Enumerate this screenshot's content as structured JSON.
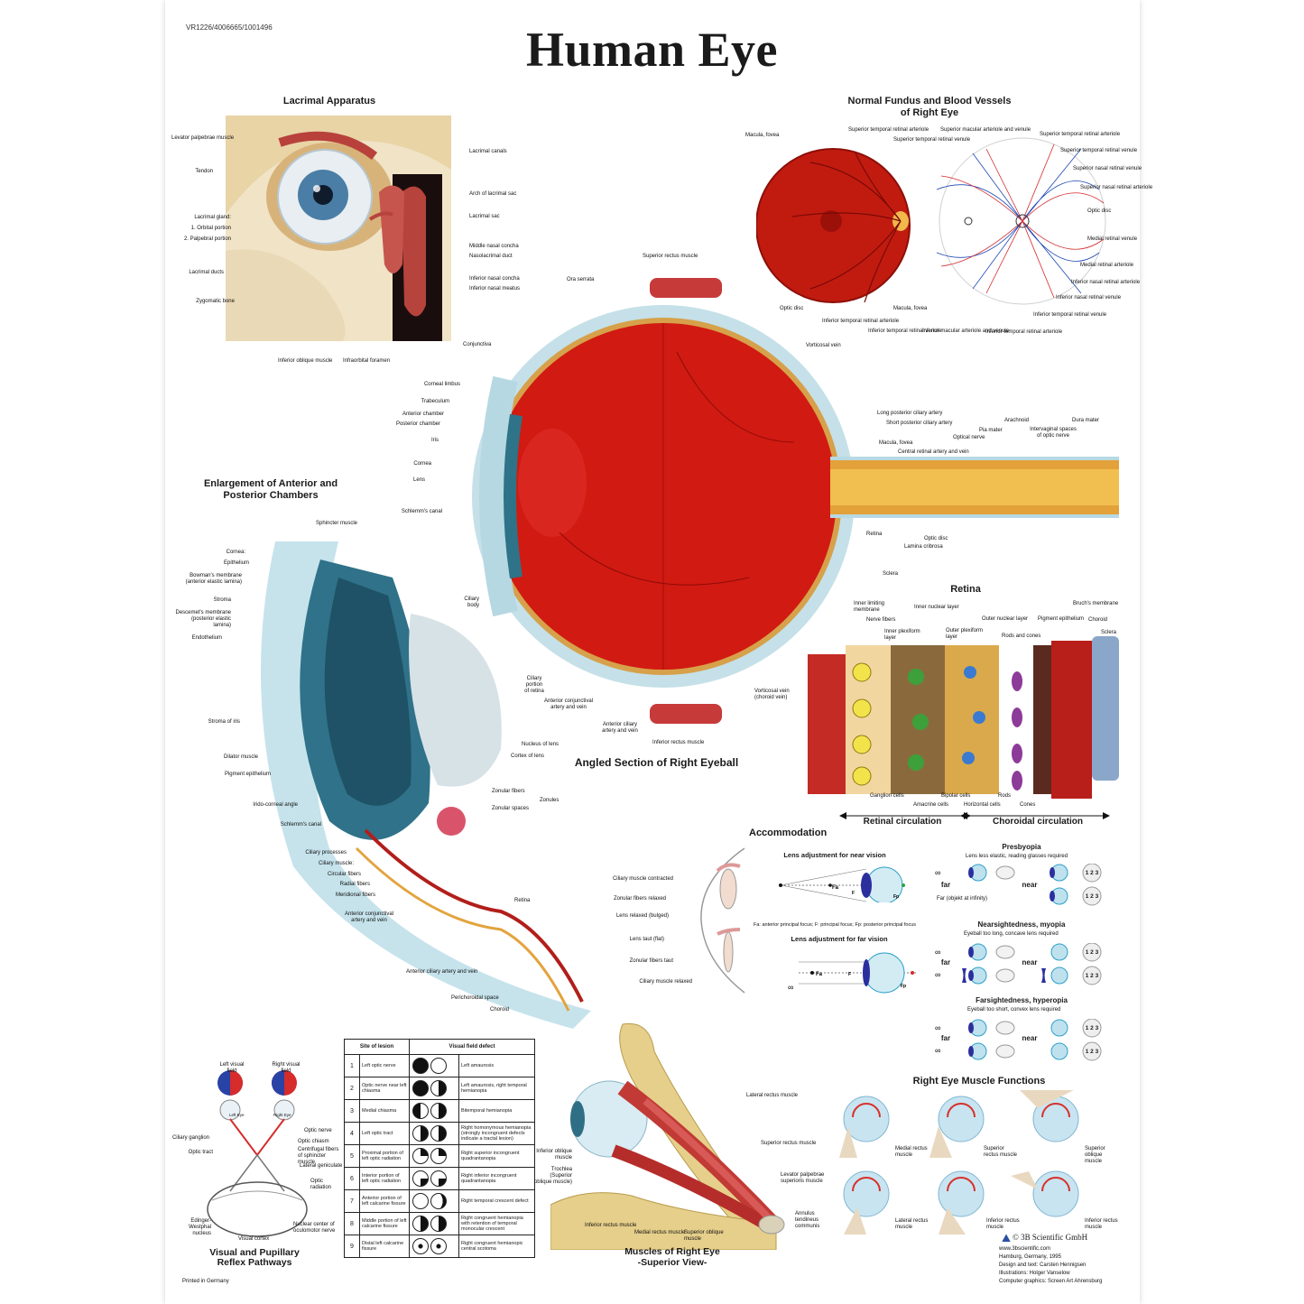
{
  "header": {
    "code": "VR1226/4006665/1001496",
    "title": "Human Eye"
  },
  "sections": {
    "lacrimal": "Lacrimal Apparatus",
    "fundus": "Normal Fundus and Blood Vessels\nof Right Eye",
    "enlargement": "Enlargement of Anterior and\nPosterior Chambers",
    "angled": "Angled Section of Right Eyeball",
    "retina": "Retina",
    "accommodation": "Accommodation",
    "visual": "Visual and Pupillary\nReflex Pathways",
    "muscles": "Muscles of Right Eye\n-Superior View-",
    "muscle_functions": "Right Eye Muscle Functions"
  },
  "lacrimal_labels": {
    "left": [
      "Levator palpebrae muscle",
      "Tendon",
      "Lacrimal gland:",
      "1. Orbital portion",
      "2. Palpebral portion",
      "Lacrimal ducts",
      "Zygomatic bone"
    ],
    "right": [
      "Lacrimal canals",
      "Arch of lacrimal sac",
      "Lacrimal sac",
      "Middle nasal concha",
      "Nasolacrimal duct",
      "Inferior nasal concha",
      "Inferior nasal meatus"
    ],
    "bottom": [
      "Inferior oblique muscle",
      "Infraorbital foramen"
    ]
  },
  "fundus_labels": [
    "Macula, fovea",
    "Superior temporal retinal arteriole",
    "Superior temporal retinal venule",
    "Superior macular arteriole and venule",
    "Superior temporal retinal arteriole",
    "Superior temporal retinal venule",
    "Superior nasal retinal venule",
    "Superior nasal retinal arteriole",
    "Optic disc",
    "Medial retinal venule",
    "Medial retinal arteriole",
    "Inferior nasal retinal arteriole",
    "Inferior nasal retinal venule",
    "Inferior temporal retinal venule",
    "Inferior temporal retinal arteriole",
    "Inferior macular arteriole and venule",
    "Macula, fovea",
    "Inferior temporal retinal venule",
    "Inferior temporal retinal arteriole",
    "Optic disc"
  ],
  "eyeball_labels": {
    "top": [
      "Superior rectus muscle",
      "Ora serrata",
      "Conjunctiva",
      "Vorticosal vein"
    ],
    "left": [
      "Corneal limbus",
      "Trabeculum",
      "Anterior chamber",
      "Posterior chamber",
      "Iris",
      "Cornea",
      "Lens",
      "Schlemm's canal",
      "Ciliary body",
      "Ciliary portion of retina",
      "Anterior conjunctival artery and vein",
      "Anterior ciliary artery and vein",
      "Inferior rectus muscle"
    ],
    "right": [
      "Long posterior ciliary artery",
      "Short posterior ciliary artery",
      "Macula, fovea",
      "Optical nerve",
      "Central retinal artery and vein",
      "Pia mater",
      "Arachnoid",
      "Intervaginal spaces of optic nerve",
      "Dura mater",
      "Retina",
      "Optic disc",
      "Lamina cribrosa",
      "Sclera",
      "Vorticosal vein (choroid vein)"
    ]
  },
  "enlargement_labels": {
    "left": [
      "Cornea:",
      "Epithelium",
      "Bowman's membrane (anterior elastic lamina)",
      "Stroma",
      "Descemet's membrane (posterior elastic lamina)",
      "Endothelium",
      "Stroma of iris",
      "Dilator muscle",
      "Pigment epithelium",
      "Irido-corneal angle",
      "Schlemm's canal",
      "Ciliary processes",
      "Ciliary muscle:",
      "Circular fibers",
      "Radial fibers",
      "Meridional fibers",
      "Anterior conjunctival artery and vein",
      "Anterior ciliary artery and vein",
      "Perichoroidal space",
      "Choroid"
    ],
    "right": [
      "Sphincter muscle",
      "Nucleus of lens",
      "Cortex of lens",
      "Zonular fibers",
      "Zonules",
      "Zonular spaces",
      "Retina"
    ]
  },
  "retina_labels": {
    "top": [
      "Inner limiting membrane",
      "Nerve fibers",
      "Inner plexiform layer",
      "Inner nuclear layer",
      "Outer plexiform layer",
      "Outer nuclear layer",
      "Rods and cones",
      "Pigment epithelium",
      "Bruch's membrane",
      "Choroid",
      "Sclera"
    ],
    "bottom": [
      "Ganglion cells",
      "Amacrine cells",
      "Bipolar cells",
      "Horizontal cells",
      "Rods",
      "Cones"
    ],
    "circulation": [
      "Retinal circulation",
      "Choroidal circulation"
    ]
  },
  "accommodation": {
    "left_labels": [
      "Ciliary muscle contracted",
      "Zonular fibers relaxed",
      "Lens relaxed (bulged)",
      "Lens taut (flat)",
      "Zonular fibers taut",
      "Ciliary muscle relaxed"
    ],
    "near_title": "Lens adjustment for near vision",
    "far_title": "Lens adjustment for far vision",
    "focus_note": "Fa: anterior principal focus; F: principal focus; Fp: posterior principal focus",
    "presbyopia": {
      "title": "Presbyopia",
      "sub": "Lens less elastic, reading glasses required",
      "note": "Far (objekt at infinity)"
    },
    "myopia": {
      "title": "Nearsightedness, myopia",
      "sub": "Eyeball too long, concave lens required"
    },
    "hyperopia": {
      "title": "Farsightedness, hyperopia",
      "sub": "Eyeball too short, convex lens required"
    },
    "far": "far",
    "near": "near",
    "chart": "1 2 3"
  },
  "lesion_table": {
    "headers": [
      "Site of lesion",
      "Visual field defect"
    ],
    "rows": [
      {
        "n": "1",
        "site": "Left optic nerve",
        "defect": "Left amaurosis"
      },
      {
        "n": "2",
        "site": "Optic nerve near left chiasma",
        "defect": "Left amaurosis, right temporal hemianopia"
      },
      {
        "n": "3",
        "site": "Medial chiasma",
        "defect": "Bitemporal hemianopia"
      },
      {
        "n": "4",
        "site": "Left optic tract",
        "defect": "Right homonymous hemianopia (strongly incongruent defects indicate a tractal lesion)"
      },
      {
        "n": "5",
        "site": "Proximal portion of left optic radiation",
        "defect": "Right superior incongruent quadrantanopia"
      },
      {
        "n": "6",
        "site": "Interior portion of left optic radiation",
        "defect": "Right inferior incongruent quadrantanopia"
      },
      {
        "n": "7",
        "site": "Anterior portion of left calcarine fissure",
        "defect": "Right temporal crescent defect"
      },
      {
        "n": "8",
        "site": "Middle portion of left calcarine fissure",
        "defect": "Right congruent hemianopia with retention of temporal monocular crescent"
      },
      {
        "n": "9",
        "site": "Distal left calcarine fissure",
        "defect": "Right congruent hemianopic central scotoma"
      }
    ]
  },
  "visual_labels": [
    "Left visual field",
    "Right visual field",
    "Left Eye",
    "Right Eye",
    "Ciliary ganglion",
    "Optic tract",
    "Optic nerve",
    "Optic chiasm",
    "Centrifugal fibers of sphincter muscle",
    "Lateral geniculate",
    "Optic radiation",
    "Edinger-Westphal nucleus",
    "Nuclear center of oculomotor nerve",
    "Visual cortex"
  ],
  "muscle_labels": [
    "Lateral rectus muscle",
    "Superior rectus muscle",
    "Inferior oblique muscle",
    "Trochlea (Superior oblique muscle)",
    "Levator palpebrae superioris muscle",
    "Annulus tendineus communis",
    "Inferior rectus muscle",
    "Medial rectus muscle",
    "Superior oblique muscle"
  ],
  "function_labels": [
    "Medial rectus muscle",
    "Superior rectus muscle",
    "Superior oblique muscle",
    "Lateral rectus muscle",
    "Inferior rectus muscle",
    "Inferior rectus muscle"
  ],
  "footer": {
    "printed": "Printed in Germany",
    "brand": "© 3B Scientific GmbH",
    "credits": [
      "www.3bscientific.com",
      "Hamburg, Germany, 1995",
      "Design and text: Carsten Hennigsen",
      "Illustrations: Holger Vanselow",
      "Computer graphics: Screen Art Ahrensburg"
    ]
  },
  "colors": {
    "sclera": "#b9dde6",
    "retina_red": "#c8140e",
    "iris": "#2b6f86",
    "nerve": "#e9a93a",
    "muscle": "#b8262a",
    "bone": "#e2c887"
  }
}
